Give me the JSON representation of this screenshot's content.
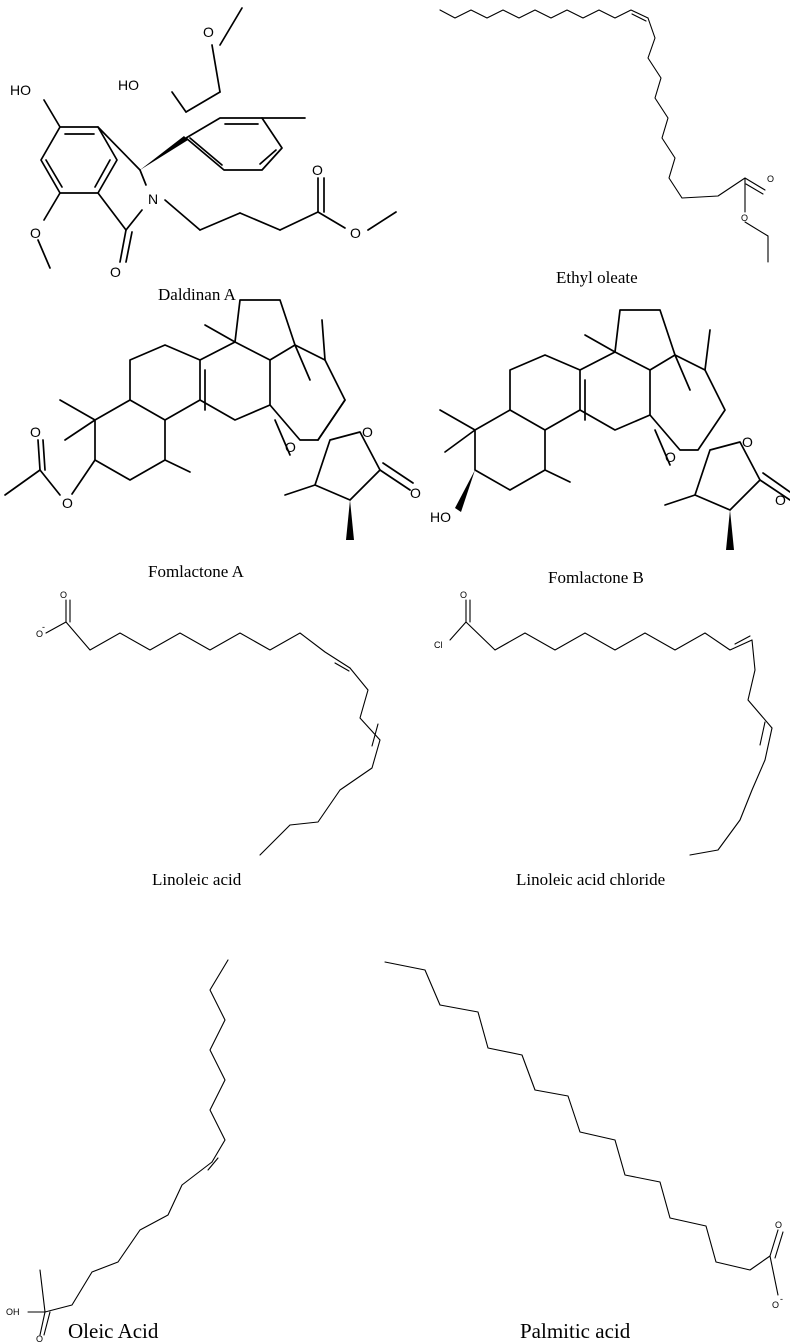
{
  "compounds": [
    {
      "name": "Daldinan A"
    },
    {
      "name": "Ethyl oleate"
    },
    {
      "name": "Fomlactone A"
    },
    {
      "name": "Fomlactone B"
    },
    {
      "name": "Linoleic acid"
    },
    {
      "name": "Linoleic acid chloride"
    },
    {
      "name": "Oleic Acid"
    },
    {
      "name": "Palmitic acid"
    }
  ],
  "atom_labels": {
    "ho": "HO",
    "oh": "OH",
    "o": "O",
    "n": "N",
    "cl": "Cl",
    "o_minus": "O",
    "minus": "-"
  }
}
